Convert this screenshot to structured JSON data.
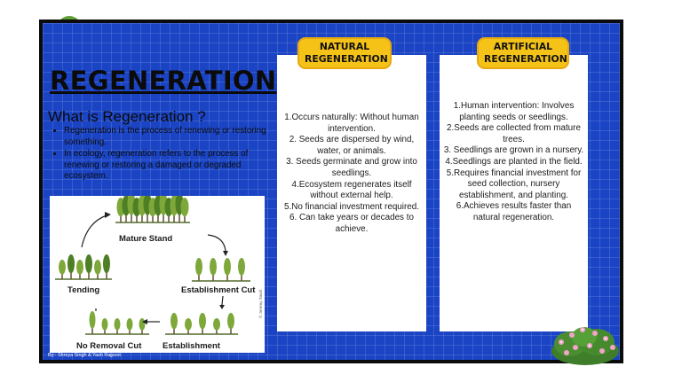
{
  "heading": {
    "title": "REGENERATION",
    "subtitle": "What is Regeneration ?"
  },
  "bullets": [
    "Regeneration is the process of renewing or restoring something.",
    "In ecology, regeneration refers to the process of renewing or restoring a damaged or degraded ecosystem."
  ],
  "diagram": {
    "stages": {
      "mature": "Mature Stand",
      "establishment_cut": "Establishment Cut",
      "establishment": "Establishment",
      "no_removal_cut": "No Removal Cut",
      "tending": "Tending"
    },
    "credit": "© Jeremy Small"
  },
  "natural": {
    "label": "NATURAL\nREGENERATION",
    "items": [
      "1.Occurs naturally: Without human intervention.",
      "2.  Seeds are dispersed by wind, water, or animals.",
      "3.  Seeds germinate and grow into seedlings.",
      "4.Ecosystem regenerates itself without external help.",
      "5.No financial investment required.",
      "6.  Can take years or decades to achieve."
    ]
  },
  "artificial": {
    "label": "ARTIFICIAL\nREGENERATION",
    "items": [
      "1.Human intervention: Involves planting seeds or seedlings.",
      "2.Seeds are collected from mature trees.",
      "3.  Seedlings are grown in a nursery.",
      "4.Seedlings are planted in the field.",
      "5.Requires financial investment for seed collection, nursery establishment, and planting.",
      "6.Achieves results faster than natural regeneration."
    ]
  },
  "footer": {
    "credit": "By:- Shreya Singh & Yash Rajpoot"
  },
  "colors": {
    "background": "#1a44c4",
    "tag": "#f5c218",
    "tree": "#7ea83a"
  }
}
